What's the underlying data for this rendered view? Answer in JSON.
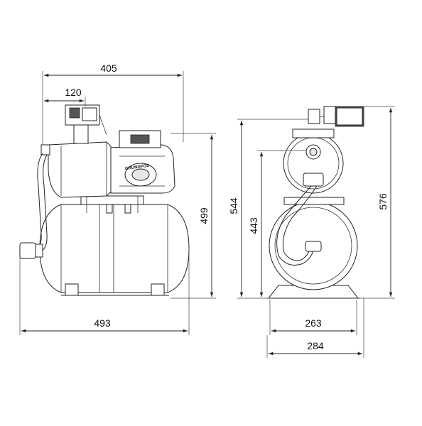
{
  "dimensions": {
    "overall_length": "405",
    "inlet_offset": "120",
    "tank_length": "493",
    "height_to_outlet": "499",
    "overall_height_front": "544",
    "height_to_pump_axis": "443",
    "overall_height_side": "576",
    "foot_spacing": "263",
    "base_width": "284"
  },
  "logo_text": "GRUNDFOS"
}
